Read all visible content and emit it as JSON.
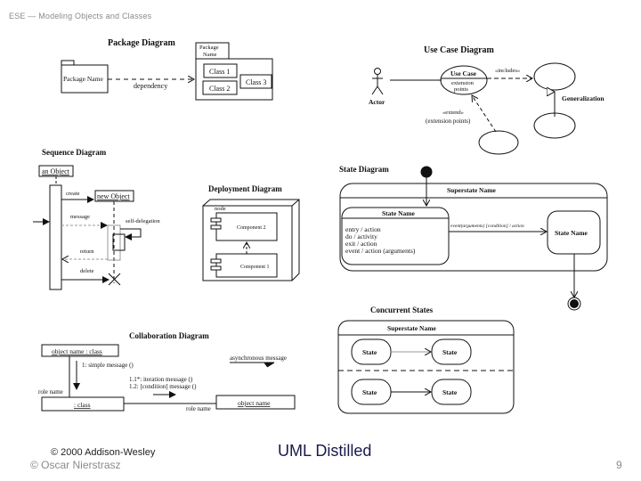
{
  "header": {
    "title": "ESE — Modeling Objects and Classes"
  },
  "footer": {
    "copyright_publisher": "© 2000 Addison-Wesley",
    "copyright_author": "© Oscar Nierstrasz",
    "book_title": "UML Distilled",
    "page_number": "9"
  },
  "package_diagram": {
    "title": "Package Diagram",
    "package_left": "Package Name",
    "dependency_label": "dependency",
    "package_right_tab": [
      "Package",
      "Name"
    ],
    "classes": [
      "Class 1",
      "Class 2",
      "Class 3"
    ]
  },
  "use_case_diagram": {
    "title": "Use Case Diagram",
    "actor": "Actor",
    "use_case": "Use Case",
    "extension_points": [
      "extension",
      "points"
    ],
    "includes": "«includes»",
    "extend": "«extend»",
    "extend_points": "(extension points)",
    "generalization": "Generalization"
  },
  "sequence_diagram": {
    "title": "Sequence Diagram",
    "object": "an Object",
    "new_object": "new Object",
    "create": "create",
    "message": "message",
    "self_delegation": "self-delegation",
    "return": "return",
    "delete": "delete"
  },
  "deployment_diagram": {
    "title": "Deployment Diagram",
    "node": "node",
    "component_2": "Component 2",
    "component_1": "Component 1"
  },
  "state_diagram": {
    "title": "State Diagram",
    "superstate": "Superstate Name",
    "state_name": "State Name",
    "activities": [
      "entry / action",
      "do / activity",
      "exit / action",
      "event / action (arguments)"
    ],
    "transition": "event(arguments) [condition] / action",
    "target_state": "State Name"
  },
  "concurrent_states": {
    "title": "Concurrent States",
    "superstate": "Superstate Name",
    "states": [
      "State",
      "State",
      "State",
      "State"
    ]
  },
  "collaboration_diagram": {
    "title": "Collaboration Diagram",
    "object_class": "object name : class",
    "simple_message": "1: simple message ()",
    "iteration_message": "1.1*: iteration message ()",
    "condition_message": "1.2: [condition] message ()",
    "async_message": "asynchronous message",
    "role_name_left": "role name",
    "class": ": class",
    "role_name_right": "role name",
    "object_name": "object name"
  }
}
